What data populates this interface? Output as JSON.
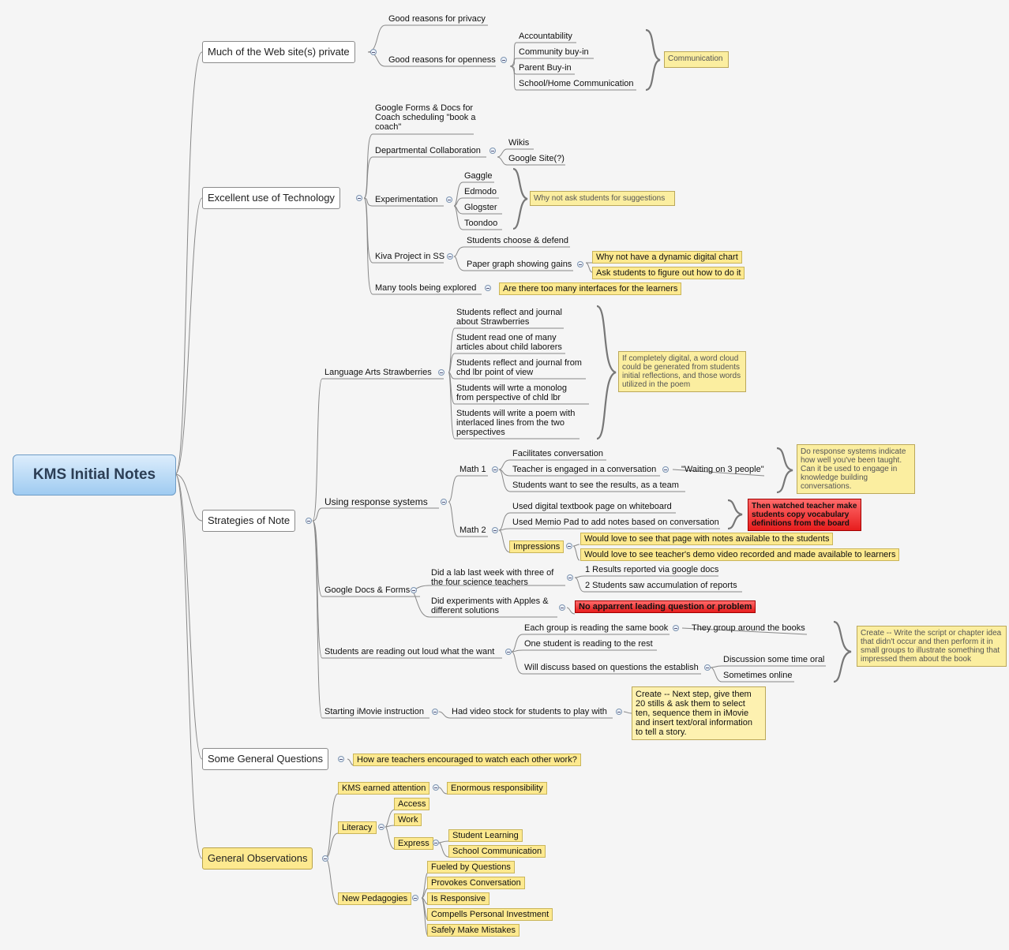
{
  "root": "KMS Initial Notes",
  "branches": {
    "web_private": {
      "label": "Much of the Web site(s) private",
      "privacy": "Good reasons for privacy",
      "openness": "Good reasons for openness",
      "accountability": "Accountability",
      "community": "Community buy-in",
      "parent": "Parent Buy-in",
      "school_home": "School/Home Communication",
      "communication_note": "Communication"
    },
    "technology": {
      "label": "Excellent use of Technology",
      "google_forms": "Google Forms & Docs for Coach scheduling \"book a coach\"",
      "departmental": "Departmental Collaboration",
      "wikis": "Wikis",
      "google_site": "Google Site(?)",
      "experimentation": "Experimentation",
      "gaggle": "Gaggle",
      "edmodo": "Edmodo",
      "glogster": "Glogster",
      "toondoo": "Toondoo",
      "ask_students": "Why not ask students for suggestions",
      "kiva": "Kiva Project in SS",
      "choose_defend": "Students choose & defend",
      "paper_graph": "Paper graph showing gains",
      "dynamic_chart": "Why not have a dynamic digital chart",
      "figure_out": "Ask students to figure out how to do it",
      "many_tools": "Many tools being explored",
      "too_many": "Are there too many interfaces for the learners"
    },
    "strategies": {
      "label": "Strategies of Note",
      "language_arts": "Language Arts Strawberries",
      "la1": "Students reflect and journal about Strawberries",
      "la2": "Student read one of many articles about child laborers",
      "la3": "Students reflect and journal from chd lbr point of view",
      "la4": "Students will wrte a monolog from perspective of chld lbr",
      "la5": "Students will write a poem with interlaced lines from the two perspectives",
      "la_note": "If completely digital, a word cloud could be generated from students initial reflections, and those words utilized in the poem",
      "response": "Using response systems",
      "math1": "Math 1",
      "facilitates": "Facilitates conversation",
      "engaged": "Teacher is engaged in a conversation",
      "waiting": "\"Waiting on 3 people\"",
      "see_results": "Students want to see the results, as a team",
      "response_note": "Do response systems indicate how well you've been taught. Can it be used to engage in knowledge building conversations.",
      "math2": "Math 2",
      "textbook": "Used digital textbook page on whiteboard",
      "memio": "Used Memio Pad to add notes based on conversation",
      "vocab_note": "Then watched teacher make students copy vocabulary definitions from the board",
      "impressions": "Impressions",
      "impression1": "Would love to see that page with notes available to the students",
      "impression2": "Would love to see teacher's demo video recorded and made available to learners",
      "google_docs": "Google Docs & Forms",
      "lab": "Did a lab last week with three of the four science teachers",
      "results": "1 Results reported via google docs",
      "accumulation": "2 Students saw accumulation of reports",
      "apples": "Did experiments with Apples & different solutions",
      "no_question": "No apparrent leading question or problem",
      "reading": "Students are reading out loud what the want",
      "same_book": "Each group is reading the same book",
      "around_books": "They group around the books",
      "one_student": "One student is reading to the rest",
      "discuss": "Will discuss based on questions the establish",
      "oral": "Discussion some time oral",
      "online": "Sometimes online",
      "create_note": "Create -- Write the script or chapter idea that didn't occur and then perform it in small groups to illustrate something that impressed them about the book",
      "imovie": "Starting iMovie instruction",
      "video_stock": "Had video stock for students to play with",
      "imovie_note": "Create -- Next step, give them 20 stills & ask them to select ten, sequence them in iMovie and insert text/oral information to tell a story."
    },
    "questions": {
      "label": "Some General Questions",
      "encouraged": "How are teachers encouraged to watch each other work?"
    },
    "observations": {
      "label": "General Observations",
      "kms_attention": "KMS earned attention",
      "responsibility": "Enormous responsibility",
      "literacy": "Literacy",
      "access": "Access",
      "work": "Work",
      "express": "Express",
      "student_learning": "Student Learning",
      "school_comm": "School Communication",
      "pedagogies": "New Pedagogies",
      "fueled": "Fueled by Questions",
      "provokes": "Provokes Conversation",
      "responsive": "Is Responsive",
      "compels": "Compells Personal Investment",
      "mistakes": "Safely Make Mistakes"
    }
  }
}
